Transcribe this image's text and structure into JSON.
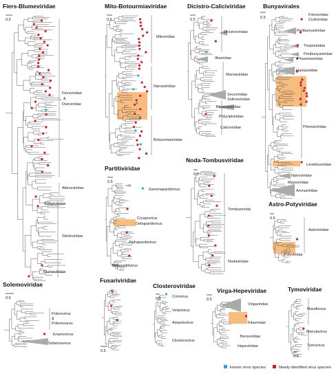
{
  "colors": {
    "branch": "#555555",
    "known": "#29a8e0",
    "new": "#e0151f",
    "highlight": "#f7b267",
    "collapsed": "#aaaaaa"
  },
  "legend": {
    "known": "known virus species",
    "new": "Newly identified virus species"
  },
  "panels": [
    {
      "id": "fiers",
      "title": "Fiers-Blumeviridae",
      "scale": "0.5",
      "clades": [
        "Fiersviridae",
        "&",
        "Duinviridae",
        "Atkinsviridae",
        "Solspiviridae",
        "Steitzviridae",
        "Blumeviridae"
      ]
    },
    {
      "id": "mito",
      "title": "Mito-Botourmiaviridae",
      "scale": "0.5",
      "clades": [
        "Mitoviridae",
        "Narnaviridae",
        "Botourmiaviridae"
      ]
    },
    {
      "id": "dicistro",
      "title": "Dicistro-Caliciviridae",
      "scale": "0.5",
      "clades": [
        "Dicistroviridae",
        "Iflaviridae",
        "Marnaviridae",
        "Secoviridae",
        "Solinviviridae",
        "Picornaviridae",
        "Polycipiviridae",
        "Caliciviridae"
      ]
    },
    {
      "id": "bunya",
      "title": "Bunyavirales",
      "scale": "0.5",
      "clades": [
        "Fimoviridae",
        "Cruliviridae",
        "Peribunyaviridae",
        "Tospoviridae",
        "Peribunyaviridae",
        "Phasmaviridae",
        "Hantaviridae",
        "Phenuiviridae",
        "Leishbuviridae",
        "Nairoviridae",
        "Mypoviridae",
        "Arenaviridae"
      ]
    },
    {
      "id": "noda",
      "title": "Noda-Tombusviridae",
      "scale": "0.5",
      "clades": [
        "Tombusvirida",
        "Nodaviridae"
      ]
    },
    {
      "id": "partiti",
      "title": "Partitiviridae",
      "scale": "0.5",
      "clades": [
        "Gammapartitivirus",
        "Cryspovirus",
        "Deltapartitivirus",
        "Alphapartitivirus",
        "Betapartitivirus"
      ]
    },
    {
      "id": "astro",
      "title": "Astro-Potyviridae",
      "scale": "0.5",
      "clades": [
        "Astroviridae",
        "Potyviridae"
      ]
    },
    {
      "id": "solemo",
      "title": "Solemoviridae",
      "scale": "0.5",
      "clades": [
        "Polerovirus",
        "&",
        "Polemovirus",
        "Enamovirus",
        "Sobemovirus"
      ]
    },
    {
      "id": "fusari",
      "title": "Fusariviridae",
      "scale": "0.5",
      "clades": []
    },
    {
      "id": "clostero",
      "title": "Closteroviridae",
      "scale": "0.5",
      "clades": [
        "Crinivirus",
        "Velarivirus",
        "Ampelovirus",
        "Closterovirus"
      ]
    },
    {
      "id": "virga",
      "title": "Virga-Hepeviridae",
      "scale": "0.5",
      "clades": [
        "Virgaviridae",
        "Kitaviridae",
        "Benyviridae",
        "Hepeviridae"
      ]
    },
    {
      "id": "tymo",
      "title": "Tymoviridae",
      "scale": "0.5",
      "clades": [
        "Marafivirus",
        "Maculavirus",
        "Tymovirus"
      ]
    }
  ]
}
